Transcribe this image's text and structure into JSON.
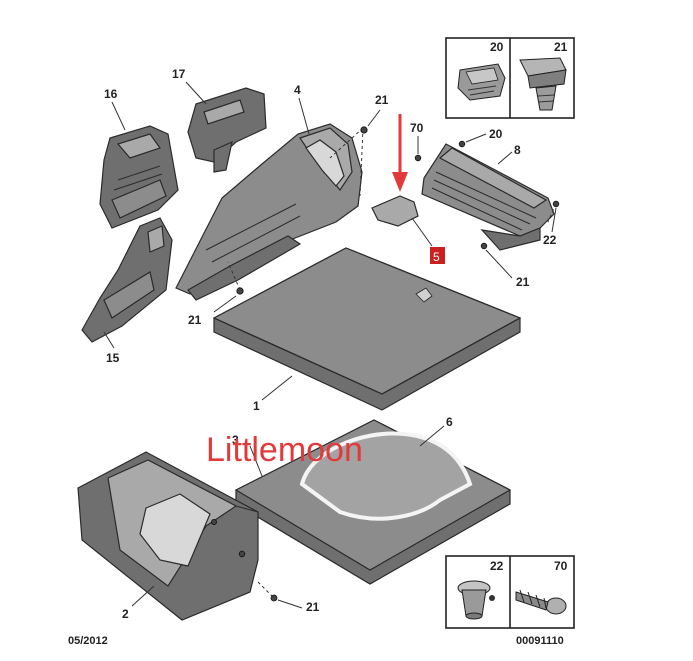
{
  "callouts": {
    "c1": "1",
    "c2": "2",
    "c3": "3",
    "c4": "4",
    "c5": "5",
    "c6": "6",
    "c8": "8",
    "c15": "15",
    "c16": "16",
    "c17": "17",
    "c20": "20",
    "c21a": "21",
    "c21b": "21",
    "c21c": "21",
    "c21d": "21",
    "c22": "22",
    "c70": "70"
  },
  "inset_top": {
    "left_label": "20",
    "right_label": "21"
  },
  "inset_bottom": {
    "left_label": "22",
    "right_label": "70"
  },
  "footer": {
    "date": "05/2012",
    "reference": "00091110"
  },
  "watermark": "Littlemoon",
  "colors": {
    "arrow": "#e23a3a",
    "badge": "#cc1f1f",
    "watermark": "#e23a3a"
  }
}
